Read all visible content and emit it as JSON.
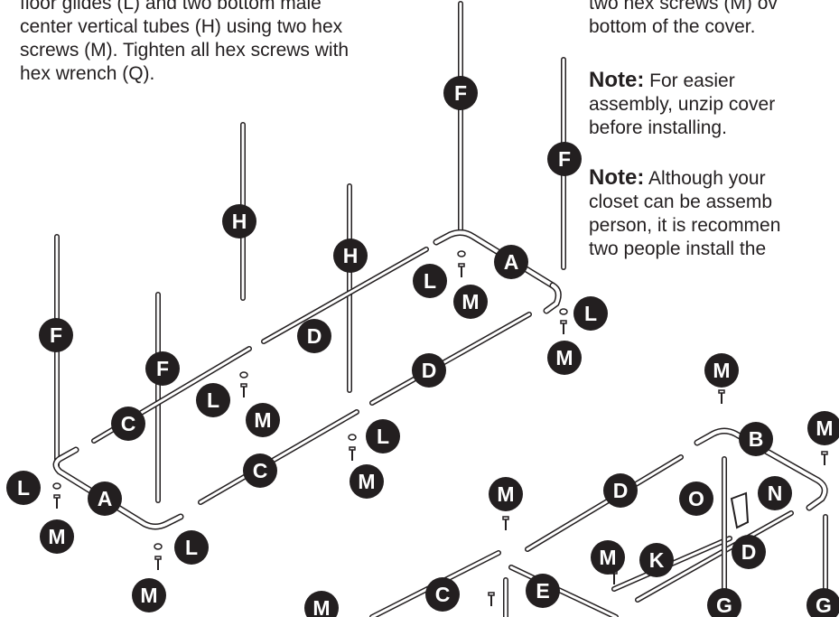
{
  "instructions_left": [
    "floor glides (L) and two bottom male",
    "center vertical tubes (H) using two hex",
    "screws (M). Tighten all hex screws with",
    "hex wrench (Q)."
  ],
  "instructions_right": [
    "two hex screws (M) ov",
    "bottom of the cover."
  ],
  "notes": [
    {
      "head": "Note:",
      "lines": [
        "For easier",
        "assembly, unzip cover",
        "before installing."
      ]
    },
    {
      "head": "Note:",
      "lines": [
        "Although your",
        "closet can be assemb",
        "person, it is recommen",
        "two people install the"
      ]
    }
  ],
  "callouts": [
    {
      "letter": "F"
    },
    {
      "letter": "F"
    },
    {
      "letter": "H"
    },
    {
      "letter": "H"
    },
    {
      "letter": "A"
    },
    {
      "letter": "L"
    },
    {
      "letter": "M"
    },
    {
      "letter": "L"
    },
    {
      "letter": "M"
    },
    {
      "letter": "D"
    },
    {
      "letter": "D"
    },
    {
      "letter": "F"
    },
    {
      "letter": "F"
    },
    {
      "letter": "L"
    },
    {
      "letter": "M"
    },
    {
      "letter": "C"
    },
    {
      "letter": "L"
    },
    {
      "letter": "M"
    },
    {
      "letter": "C"
    },
    {
      "letter": "L"
    },
    {
      "letter": "M"
    },
    {
      "letter": "A"
    },
    {
      "letter": "L"
    },
    {
      "letter": "M"
    },
    {
      "letter": "M"
    },
    {
      "letter": "B"
    },
    {
      "letter": "M"
    },
    {
      "letter": "M"
    },
    {
      "letter": "D"
    },
    {
      "letter": "O"
    },
    {
      "letter": "N"
    },
    {
      "letter": "D"
    },
    {
      "letter": "M"
    },
    {
      "letter": "K"
    },
    {
      "letter": "C"
    },
    {
      "letter": "E"
    },
    {
      "letter": "G"
    },
    {
      "letter": "G"
    },
    {
      "letter": "M"
    }
  ]
}
